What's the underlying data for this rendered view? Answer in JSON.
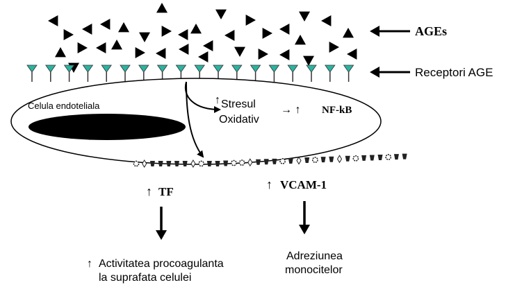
{
  "labels": {
    "ages": "AGEs",
    "receptors": "Receptori AGE",
    "cell": "Celula endoteliala",
    "oxidative_arrow": "↑",
    "oxidative_line1": "Stresul",
    "oxidative_line2": "Oxidativ",
    "nfkb_arrow": "→ ↑",
    "nfkb": "NF-kB",
    "tf_arrow": "↑",
    "tf": "TF",
    "vcam_arrow": "↑",
    "vcam": "VCAM-1",
    "proco_arrow": "↑",
    "proco_line1": "Activitatea procoagulanta",
    "proco_line2": "la suprafata celulei",
    "adhesion_line1": "Adreziunea",
    "adhesion_line2": "monocitelor"
  },
  "colors": {
    "receptor": "#2bb3a0",
    "ink": "#000000",
    "background": "#ffffff"
  },
  "icons": {
    "age_molecule": "triangle-icon",
    "receptor": "receptor-y-icon",
    "nucleus": "nucleus-ellipse"
  }
}
